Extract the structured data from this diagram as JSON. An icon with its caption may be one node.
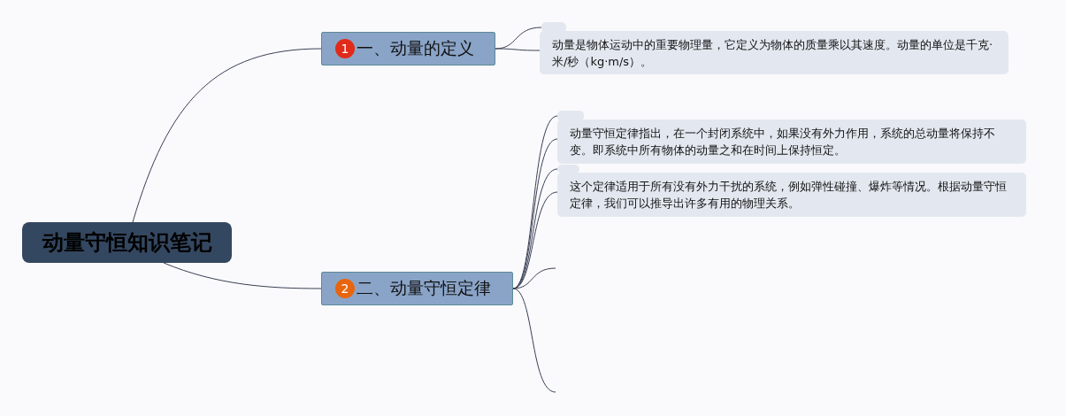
{
  "diagram": {
    "nodes": [
      {
        "text": [
          "动量守恒知识笔记"
        ]
      },
      {
        "text": [
          "1",
          "一、动量的定义"
        ]
      },
      {
        "text": [],
        "shape": "box"
      },
      {
        "text": [
          "动量是物体运动中的重要物理量，它定义为物体的质量乘以其速度。动量的单位是千克·米/秒（kg·m/s）。"
        ]
      },
      {
        "text": [
          "2",
          "二、动量守恒定律"
        ]
      },
      {
        "text": [],
        "shape": "box"
      },
      {
        "text": [
          "动量守恒定律指出，在一个封闭系统中，如果没有外力作用，系统的总动量将保持不变。即系统中所有物体的动量之和在时间上保持恒定。"
        ]
      },
      {
        "text": [],
        "shape": "box"
      },
      {
        "text": [
          "这个定律适用于所有没有外力干扰的系统，例如弹性碰撞、爆炸等情况。根据动量守恒定律，我们可以推导出许多有用的物理关系。"
        ]
      }
    ],
    "edges": [
      {
        "from": 0,
        "to": 1,
        "arrow": "none"
      },
      {
        "from": 0,
        "to": 4,
        "arrow": "none"
      },
      {
        "from": 1,
        "to": 2,
        "arrow": "none"
      },
      {
        "from": 1,
        "to": 3,
        "arrow": "none"
      },
      {
        "from": 4,
        "to": 5,
        "arrow": "none"
      },
      {
        "from": 4,
        "to": 6,
        "arrow": "none"
      },
      {
        "from": 4,
        "to": 7,
        "arrow": "none"
      },
      {
        "from": 4,
        "to": 8,
        "arrow": "none"
      },
      {
        "from": 4,
        "to": null,
        "arrow": "none"
      },
      {
        "from": 4,
        "to": null,
        "arrow": "none"
      }
    ]
  }
}
